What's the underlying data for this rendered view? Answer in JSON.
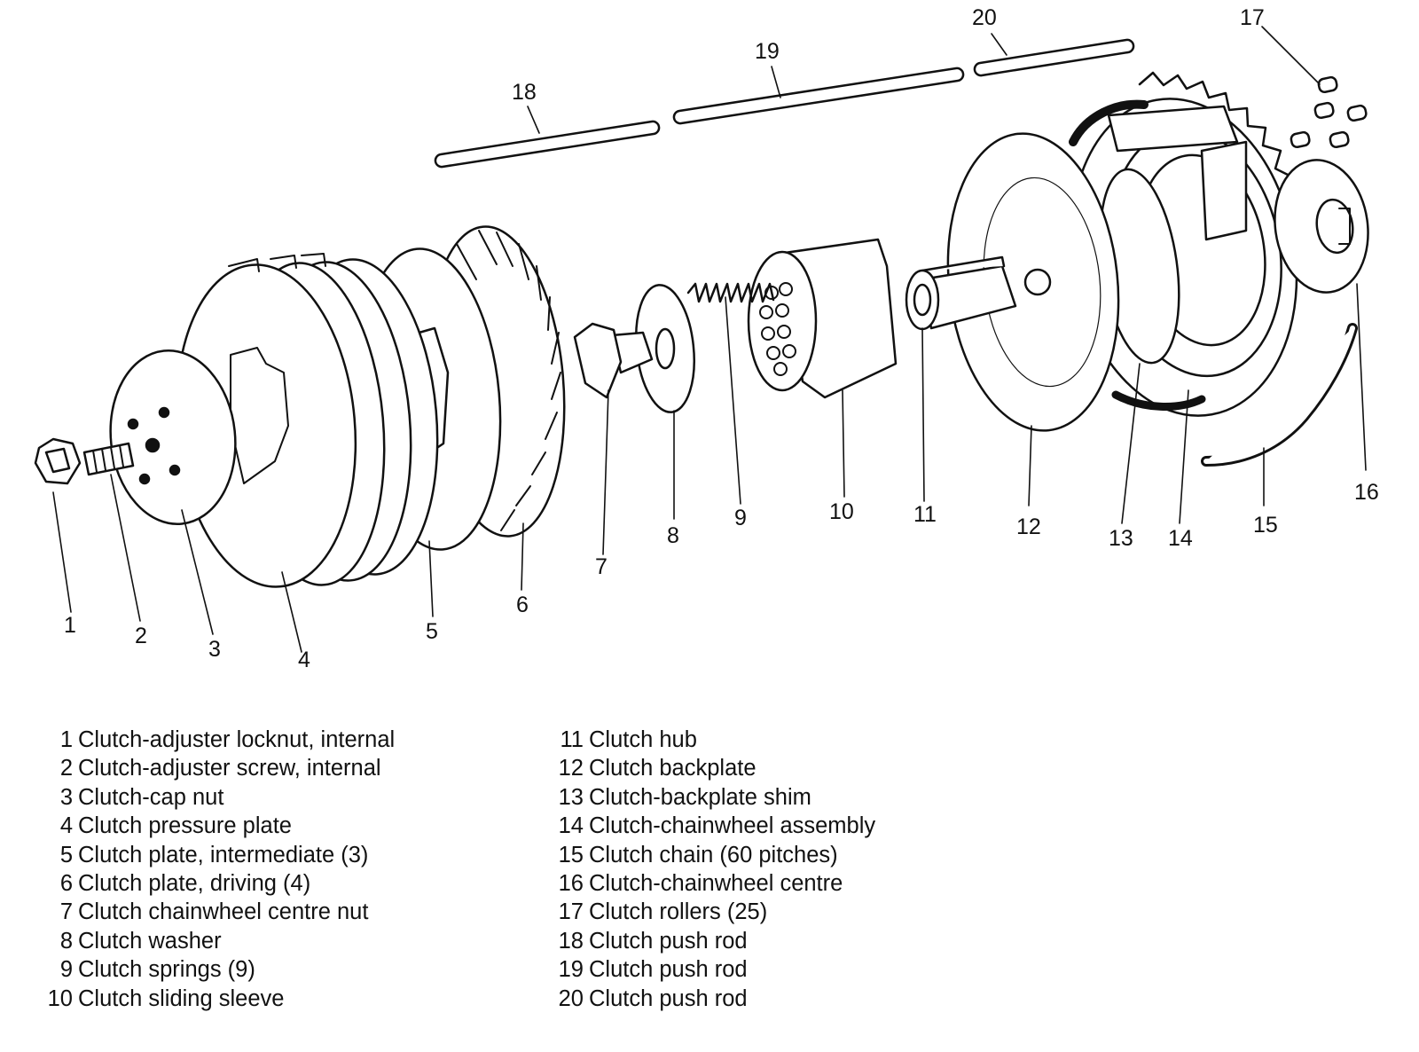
{
  "callouts": {
    "c1": "1",
    "c2": "2",
    "c3": "3",
    "c4": "4",
    "c5": "5",
    "c6": "6",
    "c7": "7",
    "c8": "8",
    "c9": "9",
    "c10": "10",
    "c11": "11",
    "c12": "12",
    "c13": "13",
    "c14": "14",
    "c15": "15",
    "c16": "16",
    "c17": "17",
    "c18": "18",
    "c19": "19",
    "c20": "20"
  },
  "legend": {
    "left": [
      {
        "num": "1",
        "text": "Clutch-adjuster locknut, internal"
      },
      {
        "num": "2",
        "text": "Clutch-adjuster screw, internal"
      },
      {
        "num": "3",
        "text": "Clutch-cap nut"
      },
      {
        "num": "4",
        "text": "Clutch pressure plate"
      },
      {
        "num": "5",
        "text": "Clutch plate, intermediate (3)"
      },
      {
        "num": "6",
        "text": "Clutch plate, driving (4)"
      },
      {
        "num": "7",
        "text": "Clutch chainwheel centre nut"
      },
      {
        "num": "8",
        "text": "Clutch washer"
      },
      {
        "num": "9",
        "text": "Clutch springs (9)"
      },
      {
        "num": "10",
        "text": "Clutch sliding sleeve"
      }
    ],
    "right": [
      {
        "num": "11",
        "text": "Clutch hub"
      },
      {
        "num": "12",
        "text": "Clutch backplate"
      },
      {
        "num": "13",
        "text": "Clutch-backplate shim"
      },
      {
        "num": "14",
        "text": "Clutch-chainwheel assembly"
      },
      {
        "num": "15",
        "text": "Clutch chain (60 pitches)"
      },
      {
        "num": "16",
        "text": "Clutch-chainwheel centre"
      },
      {
        "num": "17",
        "text": "Clutch rollers (25)"
      },
      {
        "num": "18",
        "text": "Clutch push rod"
      },
      {
        "num": "19",
        "text": "Clutch push rod"
      },
      {
        "num": "20",
        "text": "Clutch push rod"
      }
    ]
  }
}
